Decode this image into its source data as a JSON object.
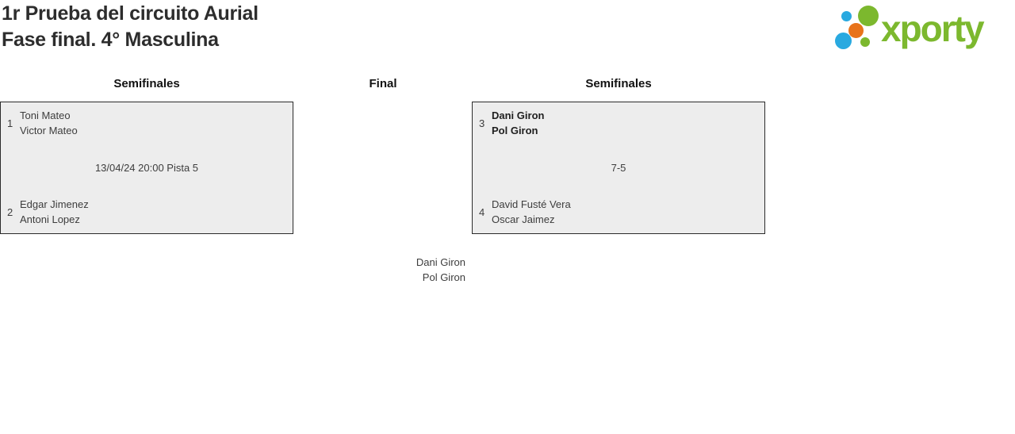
{
  "header": {
    "title_line1": "1r Prueba del circuito Aurial",
    "title_line2": "Fase final. 4° Masculina",
    "logo_text": "xporty",
    "brand_colors": {
      "green": "#7cb82e",
      "blue": "#29a9e0",
      "orange": "#e8731a"
    }
  },
  "bracket": {
    "columns": [
      {
        "label": "Semifinales"
      },
      {
        "label": "Final"
      },
      {
        "label": "Semifinales"
      }
    ],
    "matches": [
      {
        "round": "Semifinales",
        "team1": {
          "seed": "1",
          "players": [
            "Toni Mateo",
            "Victor Mateo"
          ],
          "winner": false
        },
        "info": "13/04/24 20:00 Pista 5",
        "team2": {
          "seed": "2",
          "players": [
            "Edgar Jimenez",
            "Antoni Lopez"
          ],
          "winner": false
        }
      },
      {
        "round": "Semifinales",
        "team1": {
          "seed": "3",
          "players": [
            "Dani Giron",
            "Pol Giron"
          ],
          "winner": true
        },
        "info": "7-5",
        "team2": {
          "seed": "4",
          "players": [
            "David Fusté Vera",
            "Oscar Jaimez"
          ],
          "winner": false
        }
      }
    ],
    "final": {
      "team": {
        "players": [
          "Dani Giron",
          "Pol Giron"
        ]
      }
    }
  }
}
